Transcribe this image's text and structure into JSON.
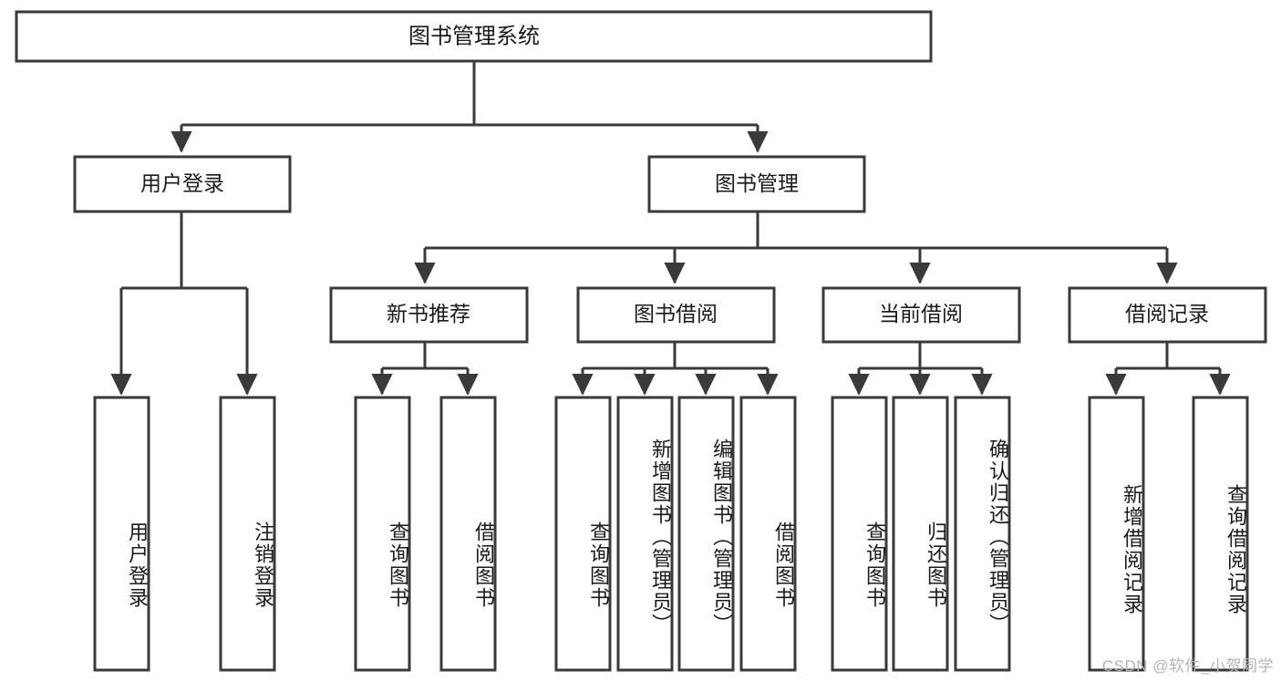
{
  "diagram": {
    "title": "图书管理系统",
    "type": "hierarchy-tree",
    "watermark": "CSDN @软件_小贺同学",
    "colors": {
      "box_stroke": "#3a3a3a",
      "box_fill": "#ffffff",
      "connector": "#3a3a3a",
      "text": "#1a1a1a",
      "watermark": "#b4b4b4",
      "background": "#ffffff"
    },
    "root": {
      "id": "root",
      "label": "图书管理系统"
    },
    "level2": [
      {
        "id": "user-login",
        "label": "用户登录"
      },
      {
        "id": "book-management",
        "label": "图书管理"
      }
    ],
    "level3": [
      {
        "id": "new-book-recommend",
        "label": "新书推荐",
        "parent": "book-management"
      },
      {
        "id": "book-borrow",
        "label": "图书借阅",
        "parent": "book-management"
      },
      {
        "id": "current-borrow",
        "label": "当前借阅",
        "parent": "book-management"
      },
      {
        "id": "borrow-record",
        "label": "借阅记录",
        "parent": "book-management"
      }
    ],
    "leaves": [
      {
        "id": "leaf-user-login",
        "label": "用户登录",
        "parent": "user-login"
      },
      {
        "id": "leaf-logout-login",
        "label": "注销登录",
        "parent": "user-login"
      },
      {
        "id": "leaf-query-book-1",
        "label": "查询图书",
        "parent": "new-book-recommend"
      },
      {
        "id": "leaf-borrow-book-1",
        "label": "借阅图书",
        "parent": "new-book-recommend"
      },
      {
        "id": "leaf-query-book-2",
        "label": "查询图书",
        "parent": "book-borrow"
      },
      {
        "id": "leaf-add-book",
        "label": "新增图书（管理员）",
        "parent": "book-borrow"
      },
      {
        "id": "leaf-edit-book",
        "label": "编辑图书（管理员）",
        "parent": "book-borrow"
      },
      {
        "id": "leaf-borrow-book-2",
        "label": "借阅图书",
        "parent": "book-borrow"
      },
      {
        "id": "leaf-query-book-3",
        "label": "查询图书",
        "parent": "current-borrow"
      },
      {
        "id": "leaf-return-book",
        "label": "归还图书",
        "parent": "current-borrow"
      },
      {
        "id": "leaf-confirm-return",
        "label": "确认归还（管理员）",
        "parent": "current-borrow"
      },
      {
        "id": "leaf-add-borrow-record",
        "label": "新增借阅记录",
        "parent": "borrow-record"
      },
      {
        "id": "leaf-query-borrow-record",
        "label": "查询借阅记录",
        "parent": "borrow-record"
      }
    ]
  }
}
